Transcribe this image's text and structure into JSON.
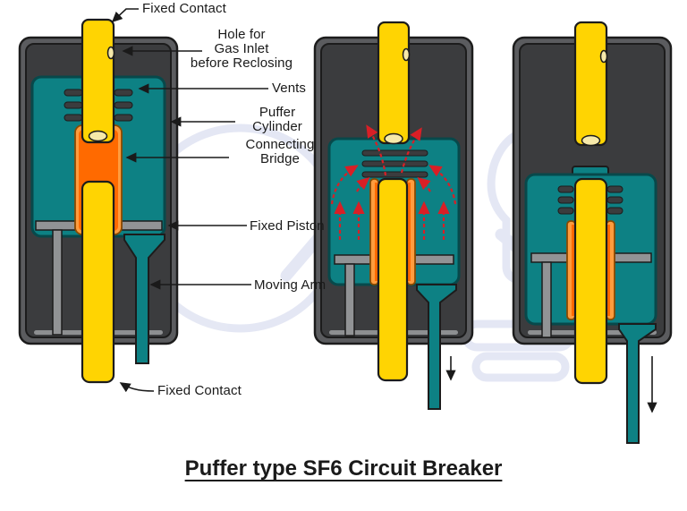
{
  "title": "Puffer type SF6 Circuit Breaker",
  "labels": {
    "fixed_contact_top": "Fixed Contact",
    "gas_inlet_hole": "Hole for\nGas Inlet\nbefore Reclosing",
    "vents": "Vents",
    "puffer_cylinder": "Puffer\nCylinder",
    "connecting_bridge": "Connecting\nBridge",
    "fixed_piston": "Fixed Piston",
    "moving_arm": "Moving Arm",
    "fixed_contact_bottom": "Fixed Contact"
  },
  "colors": {
    "yellow": "#FFD402",
    "tip": "#F6E9A9",
    "orange-light": "#FF9C3E",
    "orange-deep": "#FF6A00",
    "orange-edge": "#8A4A00",
    "teal": "#0D8184",
    "teal-dark": "#07494B",
    "casing": "#3B3C3E",
    "casing-edge": "#5B5C5F",
    "casing-glint": "#A9ABAD",
    "outline": "#1C1C1C",
    "gray": "#919395",
    "red": "#D81F26",
    "ink": "#1A1A1A",
    "watermark": "#E2E5F3"
  }
}
